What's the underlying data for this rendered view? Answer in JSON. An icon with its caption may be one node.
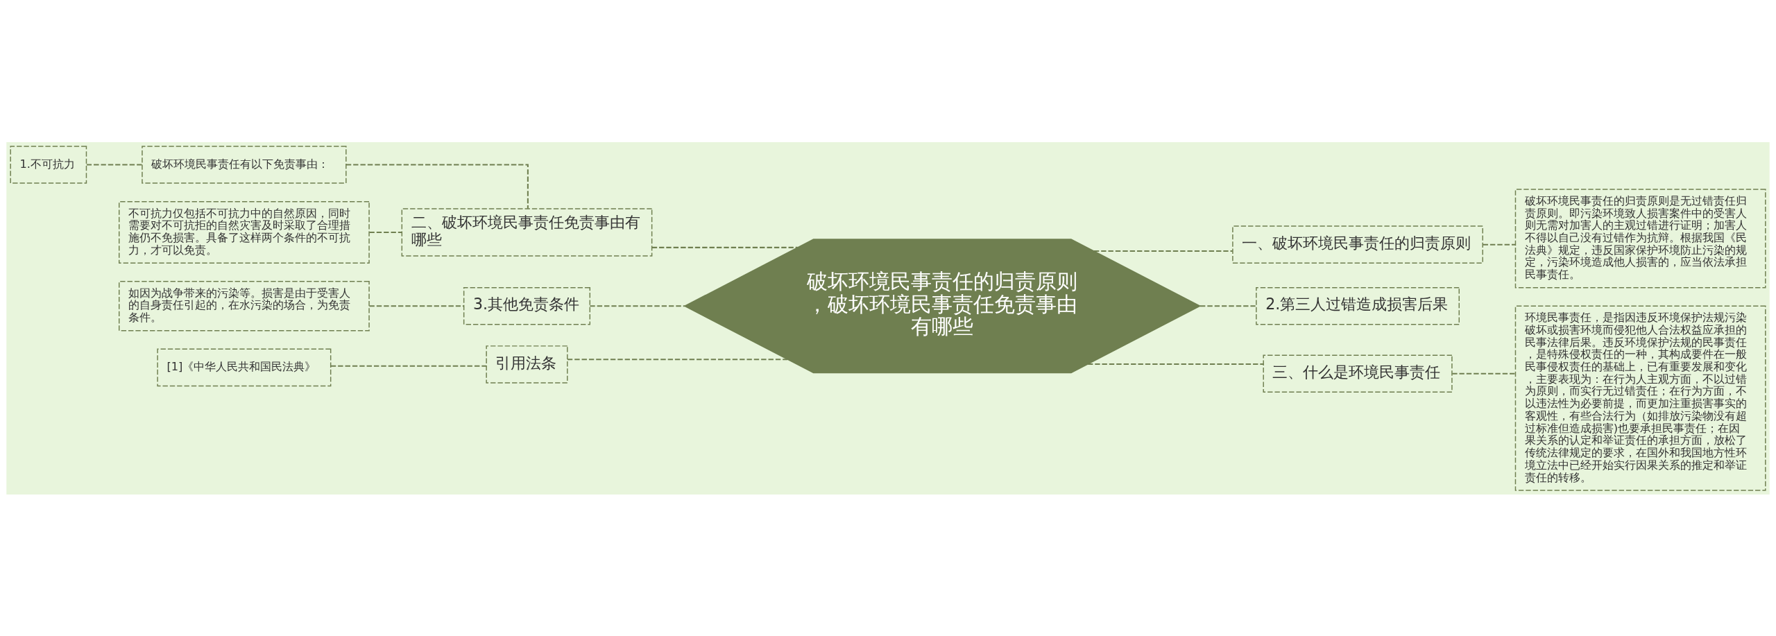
{
  "diagram": {
    "nodes": [
      {
        "text": [
          "破坏环境民事责任的归责原则，破坏环境民事责任免责事由有哪些"
        ]
      },
      {
        "text": [
          "一、破坏环境民事责任的归责原则"
        ]
      },
      {
        "text": [
          "破坏环境民事责任的归责原则是无过错责任归责原则。即污染环境致人损害案件中的受害人则无需对加害人的主观过错进行证明；加害人不得以自己没有过错作为抗辩。根据我国《民法典》规定，违反国家保护环境防止污染的规定，污染环境造成他人损害的，应当依法承担民事责任。"
        ]
      },
      {
        "text": [
          "2.第三人过错造成损害后果"
        ]
      },
      {
        "text": [
          "三、什么是环境民事责任"
        ]
      },
      {
        "text": [
          "环境民事责任，是指因违反环境保护法规污染破坏或损害环境而侵犯他人合法权益应承担的民事法律后果。违反环境保护法规的民事责任，是特殊侵权责任的一种，其构成要件在一般民事侵权责任的基础上，已有重要发展和变化，主要表现为：在行为人主观方面，不以过错为原则，而实行无过错责任；在行为方面，不以违法性为必要前提，而更加注重损害事实的客观性，有些合法行为（如排放污染物没有超过标准但造成损害)也要承担民事责任；在因果关系的认定和举证责任的承担方面，放松了传统法律规定的要求，在国外和我国地方性环境立法中已经开始实行因果关系的推定和举证责任的转移。"
        ]
      },
      {
        "text": [
          "二、破坏环境民事责任免责事由有哪些"
        ]
      },
      {
        "text": [
          "破坏环境民事责任有以下免责事由："
        ]
      },
      {
        "text": [
          "1.不可抗力"
        ]
      },
      {
        "text": [
          "不可抗力仅包括不可抗力中的自然原因，同时需要对不可抗拒的自然灾害及时采取了合理措施仍不免损害。具备了这样两个条件的不可抗力，才可以免责。"
        ]
      },
      {
        "text": [
          "3.其他免责条件"
        ]
      },
      {
        "text": [
          "如因为战争带来的污染等。损害是由于受害人的自身责任引起的，在水污染的场合，为免责条件。"
        ]
      },
      {
        "text": [
          "引用法条"
        ]
      },
      {
        "text": [
          "[1]《中华人民共和国民法典》"
        ]
      }
    ],
    "edges": [
      {
        "from": 0,
        "to": 1,
        "arrow": "none",
        "style": "dashed"
      },
      {
        "from": 1,
        "to": 2,
        "arrow": "none",
        "style": "dashed"
      },
      {
        "from": 0,
        "to": 3,
        "arrow": "none",
        "style": "dashed"
      },
      {
        "from": 0,
        "to": 4,
        "arrow": "none",
        "style": "dashed"
      },
      {
        "from": 4,
        "to": 5,
        "arrow": "none",
        "style": "dashed"
      },
      {
        "from": 0,
        "to": 6,
        "arrow": "none",
        "style": "dashed"
      },
      {
        "from": 6,
        "to": 7,
        "arrow": "none",
        "style": "dashed"
      },
      {
        "from": 7,
        "to": 8,
        "arrow": "none",
        "style": "dashed"
      },
      {
        "from": 6,
        "to": 9,
        "arrow": "none",
        "style": "dashed"
      },
      {
        "from": 0,
        "to": 10,
        "arrow": "none",
        "style": "dashed"
      },
      {
        "from": 10,
        "to": 11,
        "arrow": "none",
        "style": "dashed"
      },
      {
        "from": 0,
        "to": 12,
        "arrow": "none",
        "style": "dashed"
      },
      {
        "from": 12,
        "to": 13,
        "arrow": "none",
        "style": "dashed"
      }
    ]
  }
}
